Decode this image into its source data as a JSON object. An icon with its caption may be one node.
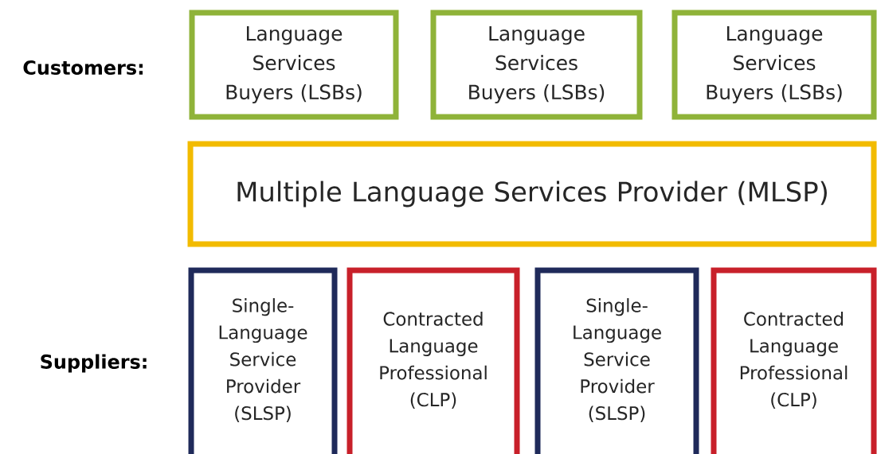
{
  "diagram": {
    "nodes": [
      {
        "text": [
          "Language Services Buyers (LSBs)"
        ]
      },
      {
        "text": [
          "Language Services Buyers (LSBs)"
        ]
      },
      {
        "text": [
          "Language Services Buyers (LSBs)"
        ]
      },
      {
        "text": [
          "Multiple Language Services Provider (MLSP)"
        ]
      },
      {
        "text": [
          "Single-Language Service Provider (SLSP)"
        ]
      },
      {
        "text": [
          "Contracted Language Professional (CLP)"
        ]
      },
      {
        "text": [
          "Single-Language Service Provider (SLSP)"
        ]
      },
      {
        "text": [
          "Contracted Language Professional (CLP)"
        ]
      }
    ],
    "labels": [
      "Customers:",
      "Suppliers:"
    ]
  }
}
